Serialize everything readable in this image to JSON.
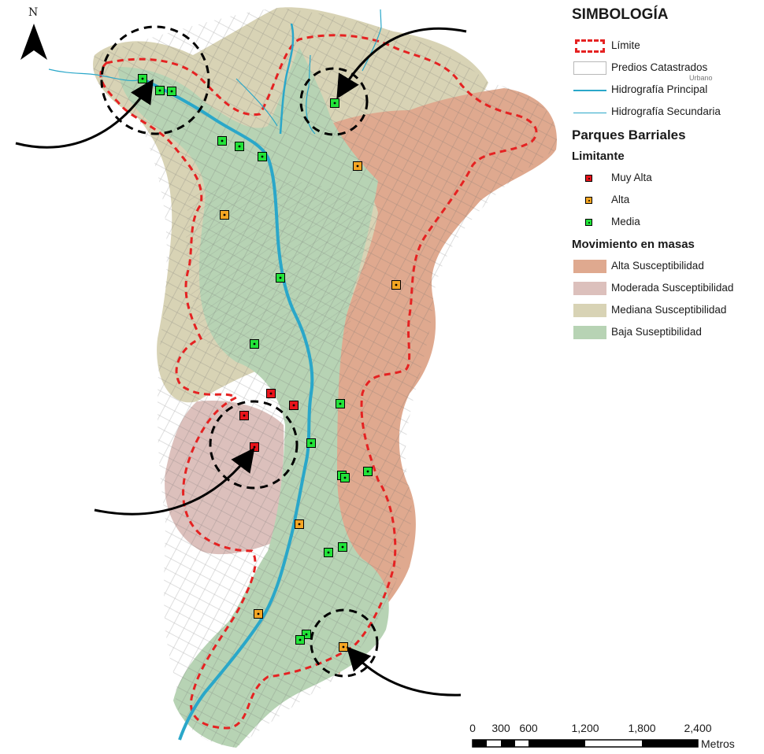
{
  "legend": {
    "title": "SIMBOLOGÍA",
    "limite": "Límite",
    "predios": "Predios Catastrados",
    "predios_sub": "Urbano",
    "hidro_principal": "Hidrografía Principal",
    "hidro_secundaria": "Hidrografía Secundaria",
    "parques_title": "Parques Barriales",
    "limitante_title": "Limitante",
    "muy_alta": "Muy Alta",
    "alta": "Alta",
    "media": "Media",
    "movimiento_title": "Movimiento en masas",
    "alta_susc": "Alta Susceptibilidad",
    "moderada_susc": "Moderada Susceptibilidad",
    "mediana_susc": "Mediana Susceptibilidad",
    "baja_susc": "Baja Suseptibilidad"
  },
  "colors": {
    "muy_alta": "#e8141b",
    "alta": "#f5a623",
    "media": "#22e339",
    "alta_susc": "#dfa98f",
    "moderada_susc": "#dcc0bc",
    "mediana_susc": "#d8d3b5",
    "baja_susc": "#b7d3b4",
    "limite": "#e52222",
    "hydro": "#2aa7c9"
  },
  "north": {
    "label": "N"
  },
  "scale": {
    "labels": [
      "0",
      "300",
      "600",
      "1,200",
      "1,800",
      "2,400"
    ],
    "unit": "Metros"
  },
  "parks": [
    {
      "level": "media"
    },
    {
      "level": "media"
    },
    {
      "level": "media"
    },
    {
      "level": "media"
    },
    {
      "level": "media"
    },
    {
      "level": "media"
    },
    {
      "level": "media"
    },
    {
      "level": "alta"
    },
    {
      "level": "alta"
    },
    {
      "level": "media"
    },
    {
      "level": "alta"
    },
    {
      "level": "media"
    },
    {
      "level": "muy_alta"
    },
    {
      "level": "muy_alta"
    },
    {
      "level": "muy_alta"
    },
    {
      "level": "muy_alta"
    },
    {
      "level": "media"
    },
    {
      "level": "media"
    },
    {
      "level": "media"
    },
    {
      "level": "media"
    },
    {
      "level": "media"
    },
    {
      "level": "alta"
    },
    {
      "level": "media"
    },
    {
      "level": "media"
    },
    {
      "level": "alta"
    },
    {
      "level": "media"
    },
    {
      "level": "media"
    },
    {
      "level": "alta"
    }
  ]
}
